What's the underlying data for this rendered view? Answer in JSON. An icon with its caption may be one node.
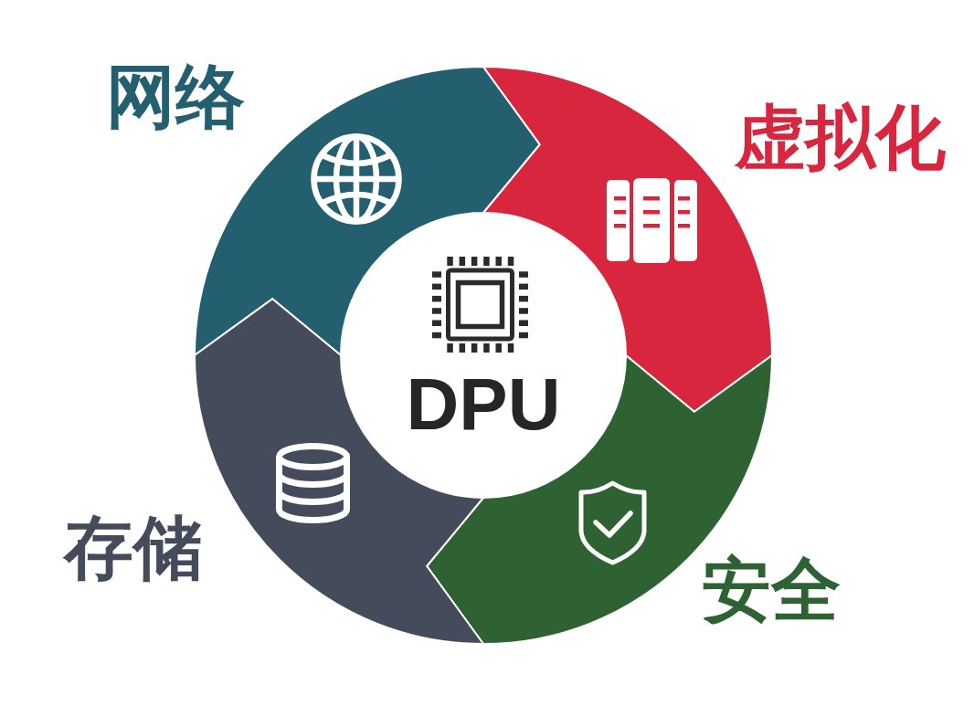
{
  "diagram": {
    "nodes": [
      {
        "text": [
          "DPU"
        ]
      },
      {
        "text": [
          "网络"
        ]
      },
      {
        "text": [
          "虚拟化"
        ]
      },
      {
        "text": [
          "安全"
        ]
      },
      {
        "text": [
          "存储"
        ]
      }
    ]
  }
}
